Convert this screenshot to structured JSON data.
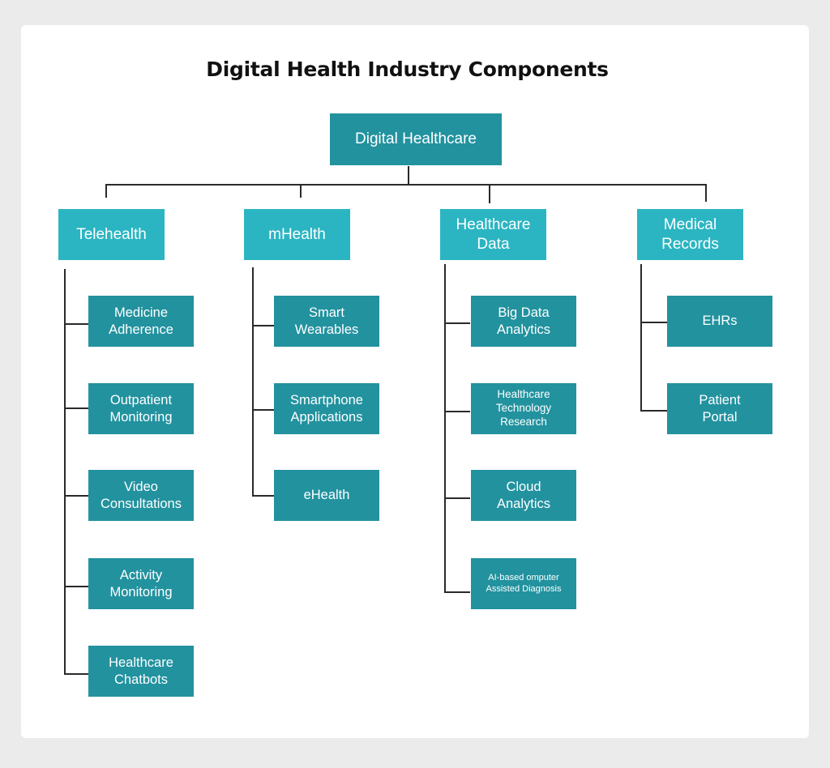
{
  "title": "Digital Health Industry Components",
  "root": "Digital Healthcare",
  "categories": {
    "telehealth": {
      "label": "Telehealth",
      "items": [
        "Medicine\nAdherence",
        "Outpatient\nMonitoring",
        "Video\nConsultations",
        "Activity\nMonitoring",
        "Healthcare\nChatbots"
      ]
    },
    "mhealth": {
      "label": "mHealth",
      "items": [
        "Smart\nWearables",
        "Smartphone\nApplications",
        "eHealth"
      ]
    },
    "healthcare_data": {
      "label": "Healthcare\nData",
      "items": [
        "Big Data\nAnalytics",
        "Healthcare\nTechnology\nResearch",
        "Cloud\nAnalytics",
        "AI-based omputer\nAssisted Diagnosis"
      ]
    },
    "medical_records": {
      "label": "Medical\nRecords",
      "items": [
        "EHRs",
        "Patient\nPortal"
      ]
    }
  },
  "colors": {
    "background": "#ebebeb",
    "card": "#ffffff",
    "root_box": "#22929f",
    "category_box": "#2bb5c2",
    "leaf_box": "#22929f",
    "connector": "#2a2a2a"
  }
}
